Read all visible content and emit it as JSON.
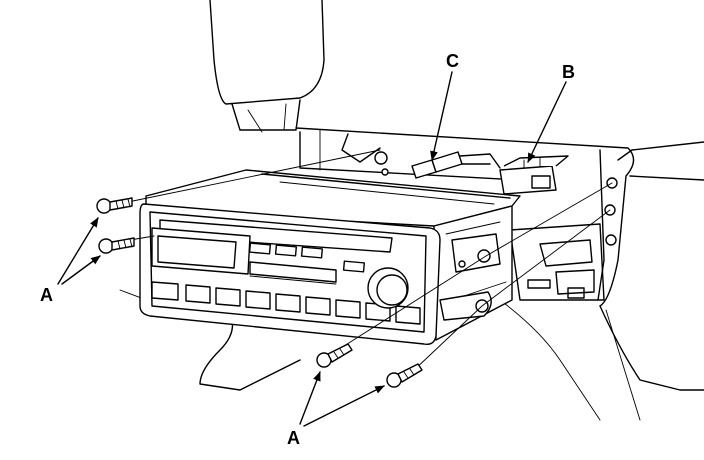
{
  "callouts": {
    "screw": "A",
    "connector": "B",
    "antenna_lead": "C"
  }
}
